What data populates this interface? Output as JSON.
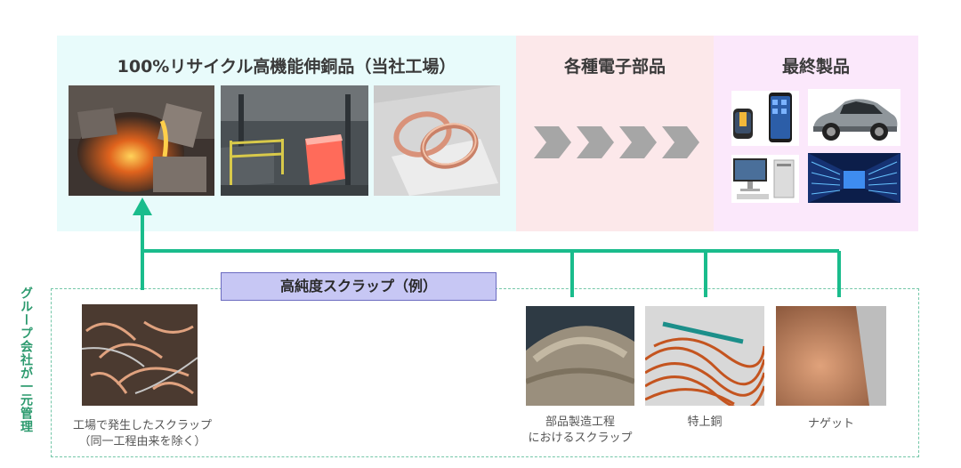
{
  "panels": {
    "recycle_title": "100%リサイクル高機能伸銅品（当社工場）",
    "parts_title": "各種電子部品",
    "final_title": "最終製品"
  },
  "flow": {
    "pure_scrap_label": "高純度スクラップ（例）",
    "group_label": "グループ会社が一元管理",
    "line_color": "#1abc8c"
  },
  "scraps": [
    {
      "caption_line1": "工場で発生したスクラップ",
      "caption_line2": "（同一工程由来を除く）"
    },
    {
      "caption_line1": "部品製造工程",
      "caption_line2": "におけるスクラップ"
    },
    {
      "caption_line1": "特上銅",
      "caption_line2": ""
    },
    {
      "caption_line1": "ナゲット",
      "caption_line2": ""
    }
  ],
  "colors": {
    "recycle_panel": "#e8fbfb",
    "parts_panel": "#fce8ea",
    "final_panel": "#fbe8fb",
    "chevron": "#a6a6a6",
    "accent_green": "#1abc8c"
  }
}
